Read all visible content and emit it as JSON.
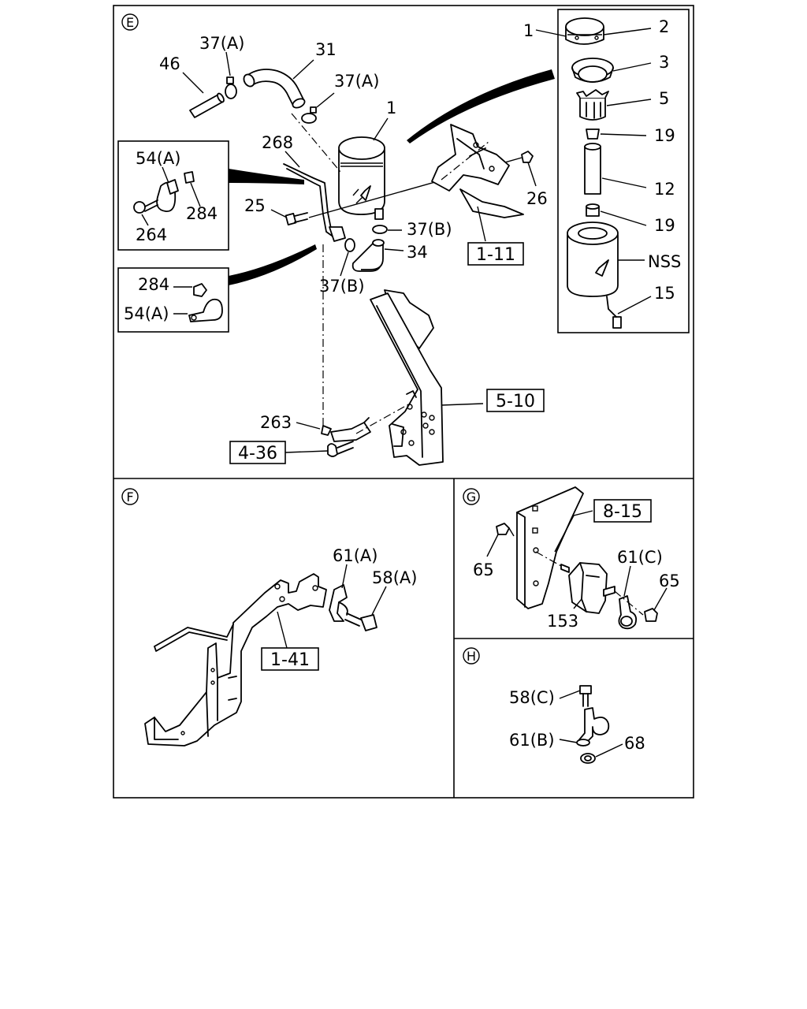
{
  "sections": {
    "e": {
      "marker": "E",
      "labels": {
        "l37a_top": "37(A)",
        "l46": "46",
        "l31": "31",
        "l37a_mid": "37(A)",
        "l1_tank": "1",
        "l268": "268",
        "l25": "25",
        "l26": "26",
        "l37b_right": "37(B)",
        "l34": "34",
        "l37b_bottom": "37(B)",
        "l263": "263",
        "inset1": {
          "l54a": "54(A)",
          "l264": "264",
          "l284": "284"
        },
        "inset2": {
          "l284": "284",
          "l54a": "54(A)"
        },
        "exploded": {
          "l1": "1",
          "l2": "2",
          "l3": "3",
          "l5": "5",
          "l19_top": "19",
          "l12": "12",
          "l19_bottom": "19",
          "lnss": "NSS",
          "l15": "15"
        }
      },
      "refs": {
        "r1_11": "1-11",
        "r5_10": "5-10",
        "r4_36": "4-36"
      }
    },
    "f": {
      "marker": "F",
      "labels": {
        "l61a": "61(A)",
        "l58a": "58(A)"
      },
      "refs": {
        "r1_41": "1-41"
      }
    },
    "g": {
      "marker": "G",
      "labels": {
        "l65_left": "65",
        "l61c": "61(C)",
        "l65_right": "65",
        "l153": "153"
      },
      "refs": {
        "r8_15": "8-15"
      }
    },
    "h": {
      "marker": "H",
      "labels": {
        "l58c": "58(C)",
        "l61b": "61(B)",
        "l68": "68"
      }
    }
  }
}
